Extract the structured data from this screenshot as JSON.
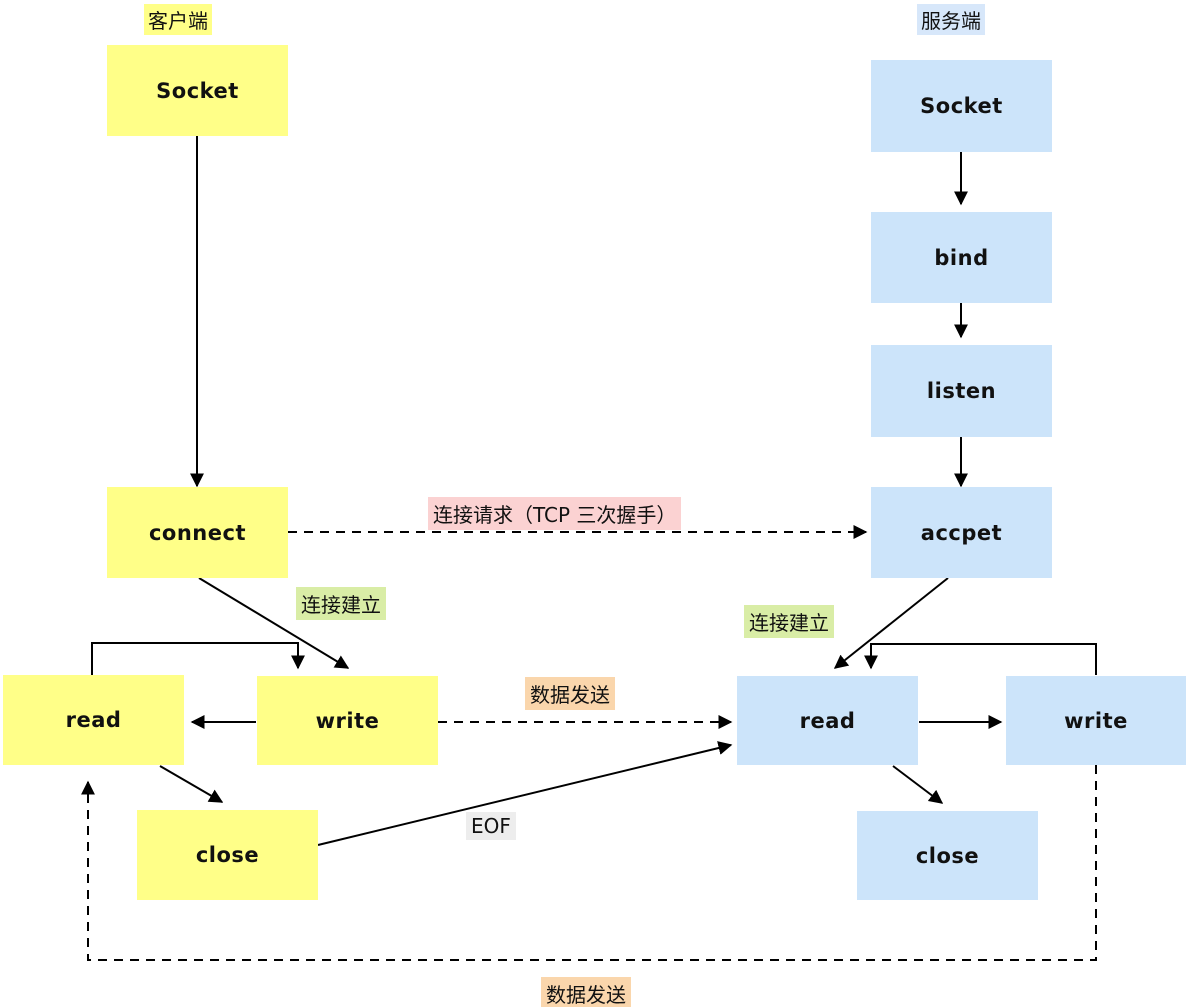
{
  "diagram": {
    "title_client": "客户端",
    "title_server": "服务端",
    "colors": {
      "client_fill": "#ffff88",
      "server_fill": "#cce4fa",
      "client_title_fill": "#ffff88",
      "server_title_fill": "#d7e7fa",
      "label_pink": "#fbd2d2",
      "label_green": "#d9eda6",
      "label_orange": "#fad6ac",
      "label_gray": "#ededed",
      "stroke": "#000000"
    }
  },
  "client": {
    "socket": "Socket",
    "connect": "connect",
    "read": "read",
    "write": "write",
    "close": "close"
  },
  "server": {
    "socket": "Socket",
    "bind": "bind",
    "listen": "listen",
    "accept": "accpet",
    "read": "read",
    "write": "write",
    "close": "close"
  },
  "labels": {
    "handshake": "连接请求（TCP 三次握手）",
    "established_client": "连接建立",
    "established_server": "连接建立",
    "data_send_top": "数据发送",
    "eof": "EOF",
    "data_send_bottom": "数据发送"
  }
}
